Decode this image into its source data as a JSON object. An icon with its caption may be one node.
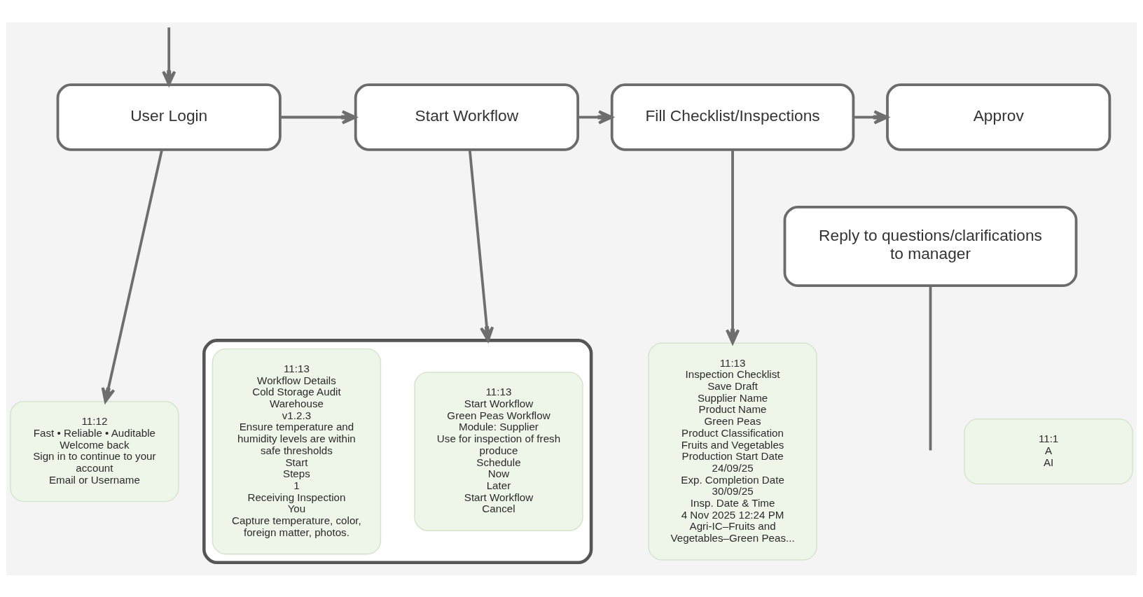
{
  "diagram": {
    "nodes": [
      {
        "text": [
          "User Login"
        ]
      },
      {
        "text": [
          "Start Workflow"
        ]
      },
      {
        "text": [
          "Fill Checklist/Inspections"
        ]
      },
      {
        "text": [
          "Approv"
        ]
      },
      {
        "text": [
          "Reply to questions/clarifications to manager"
        ]
      },
      {
        "text": [
          "11:12",
          "Fast • Reliable • Auditable",
          "Welcome back",
          "Sign in to continue to your account",
          "Email or Username"
        ]
      },
      {
        "text": [],
        "shape": "box"
      },
      {
        "text": [
          "11:13",
          "Workflow Details",
          "Cold Storage Audit",
          "Warehouse",
          "v1.2.3",
          "Ensure temperature and humidity levels are within safe thresholds",
          "Start",
          "Steps",
          "1",
          "Receiving Inspection",
          "You",
          "Capture temperature, color, foreign matter, photos."
        ],
        "in": 6
      },
      {
        "text": [
          "11:13",
          "Start Workflow",
          "Green Peas Workflow",
          "Module: Supplier",
          "Use for inspection of fresh produce",
          "Schedule",
          "Now",
          "Later",
          "Start Workflow",
          "Cancel"
        ],
        "in": 6
      },
      {
        "text": [
          "11:13",
          "Inspection Checklist",
          "Save Draft",
          "Supplier Name",
          "Product Name",
          "Green Peas",
          "Product Classification",
          "Fruits and Vegetables",
          "Production Start Date",
          "24/09/25",
          "Exp. Completion Date",
          "30/09/25",
          "Insp. Date & Time",
          "4 Nov 2025 12:24 PM",
          "Agri-IC–Fruits and Vegetables–Green Peas..."
        ]
      },
      {
        "text": [
          "11:1",
          "A",
          "AI"
        ]
      }
    ],
    "edges": [
      {
        "from": null,
        "to": 0,
        "arrow": "to"
      },
      {
        "from": 0,
        "to": 1,
        "arrow": "to"
      },
      {
        "from": 1,
        "to": 2,
        "arrow": "to"
      },
      {
        "from": 2,
        "to": 3,
        "arrow": "to"
      },
      {
        "from": 0,
        "to": 5,
        "arrow": "to"
      },
      {
        "from": 1,
        "to": 6,
        "arrow": "to"
      },
      {
        "from": 2,
        "to": 9,
        "arrow": "to"
      },
      {
        "from": 4,
        "to": null,
        "arrow": "none"
      }
    ]
  }
}
